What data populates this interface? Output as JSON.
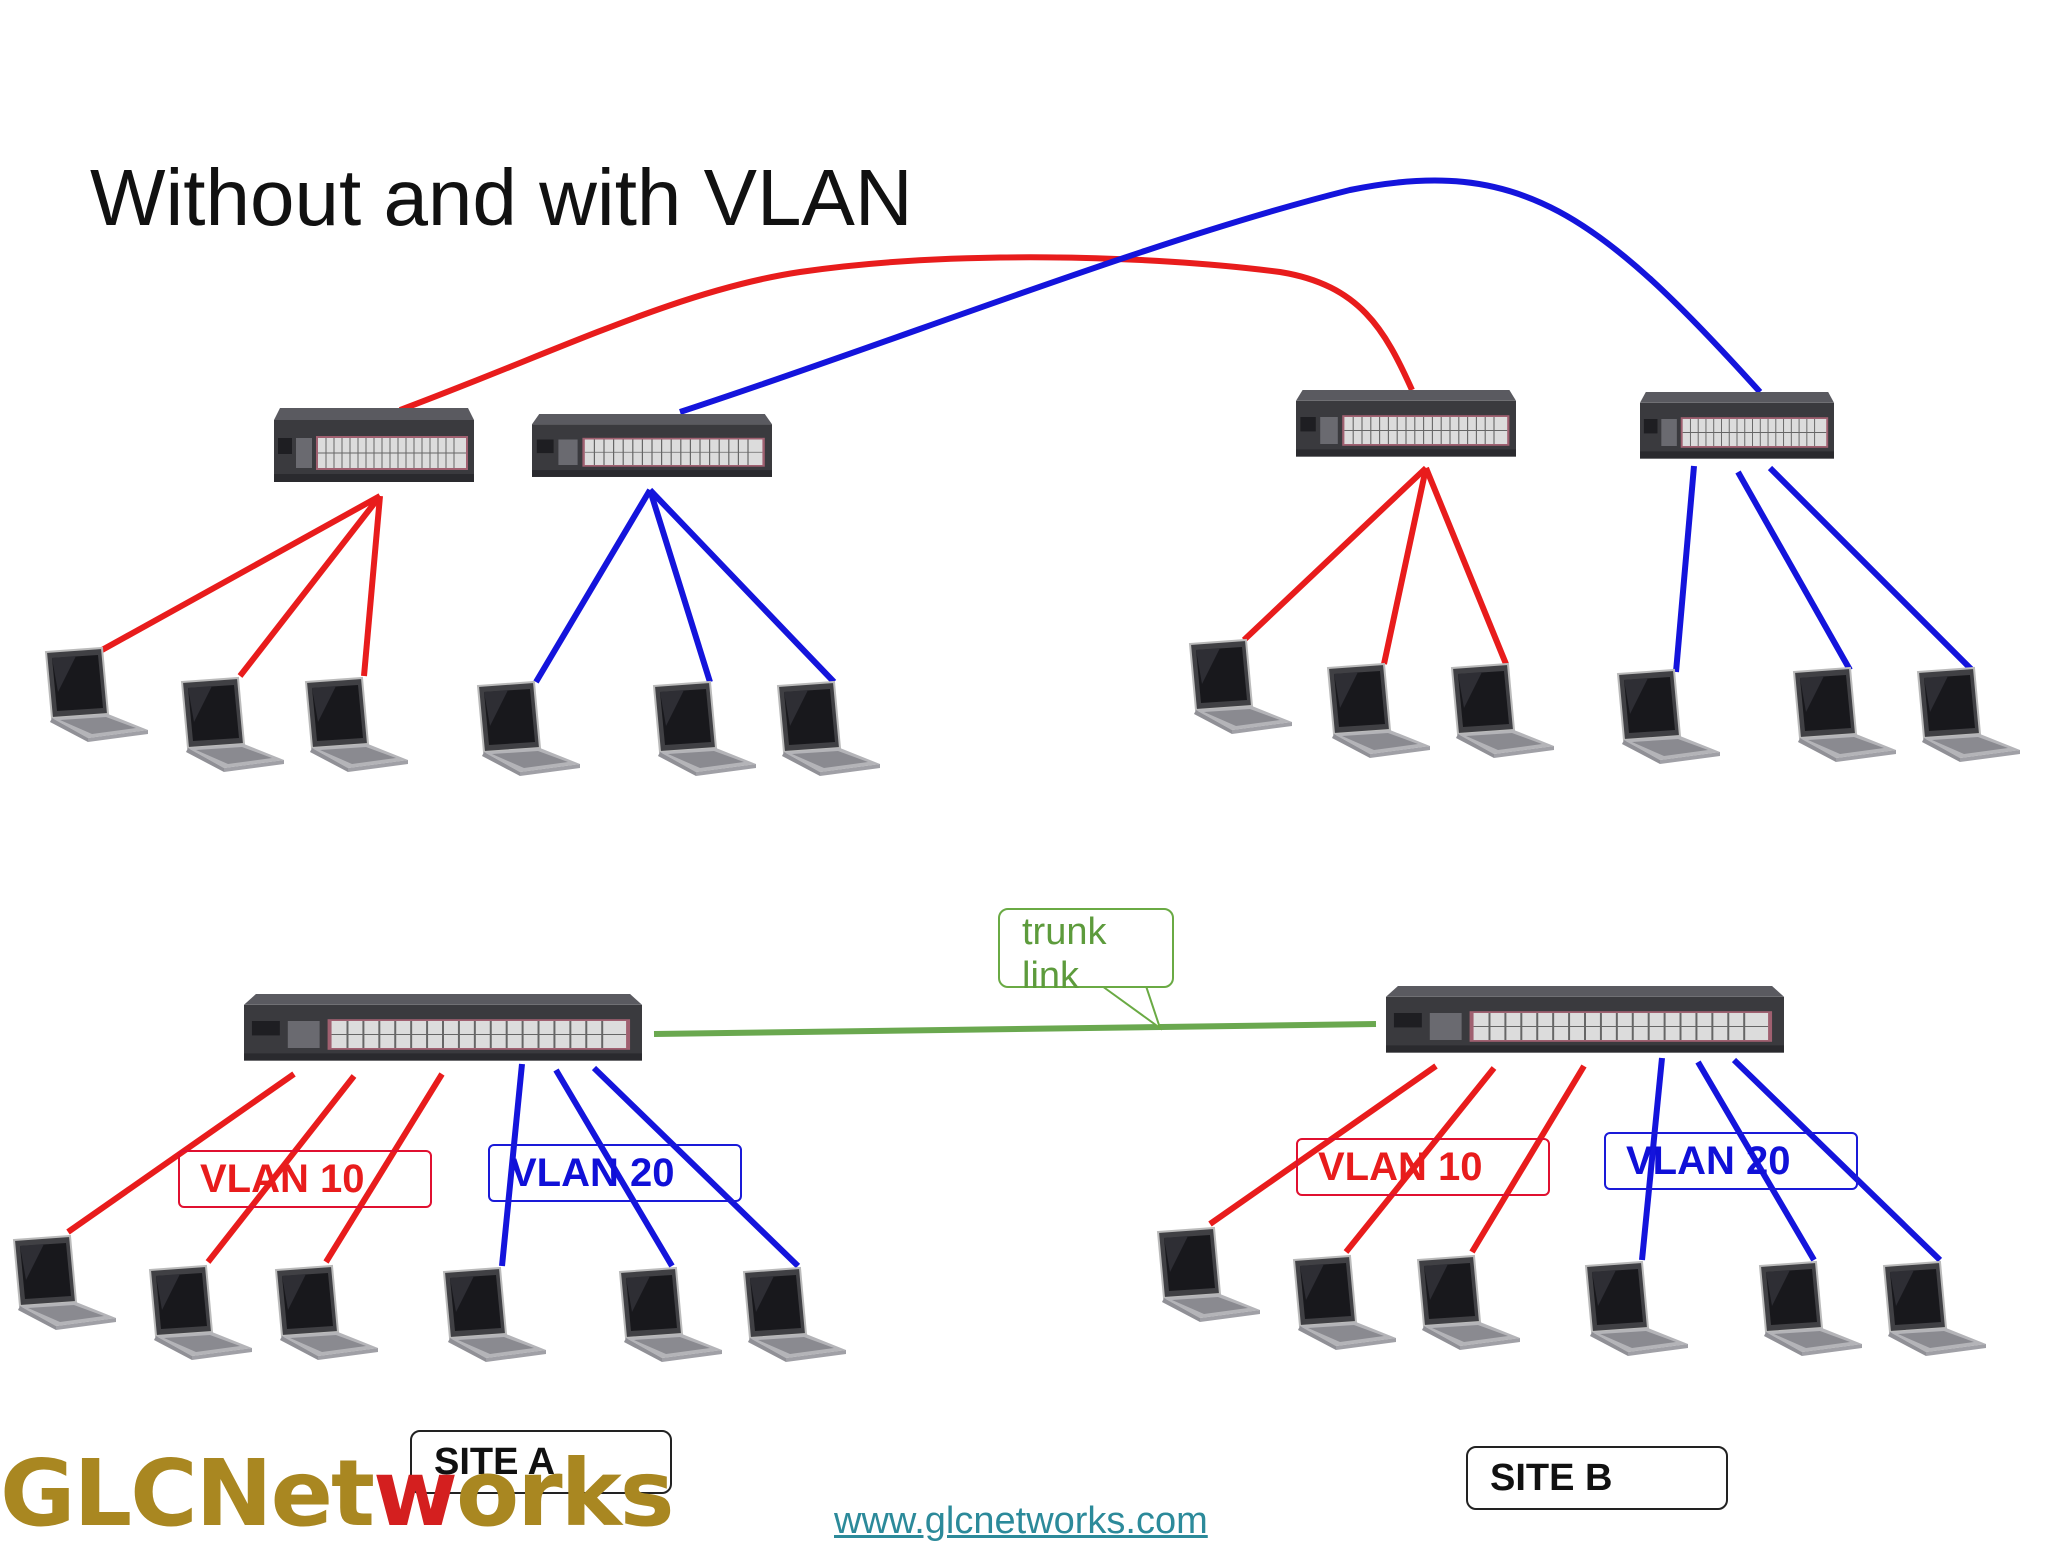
{
  "title": "Without and with VLAN",
  "colors": {
    "vlan10": "#e81c1c",
    "vlan20": "#1414dc",
    "trunk": "#6aa84f",
    "logo_gold": "#a98721",
    "logo_accent": "#d41f1f",
    "url": "#2c8a9a"
  },
  "icons": {
    "switch": "network-switch-icon",
    "laptop": "laptop-icon"
  },
  "labels": {
    "site_a_vlan10": "VLAN 10",
    "site_a_vlan20": "VLAN 20",
    "site_b_vlan10": "VLAN 10",
    "site_b_vlan20": "VLAN 20",
    "trunk_line1": "trunk",
    "trunk_line2": "link",
    "site_a": "SITE A",
    "site_b": "SITE B"
  },
  "logo": {
    "part1": "GLCNet",
    "part2": "w",
    "part3": "orks"
  },
  "website": "www.glcnetworks.com"
}
